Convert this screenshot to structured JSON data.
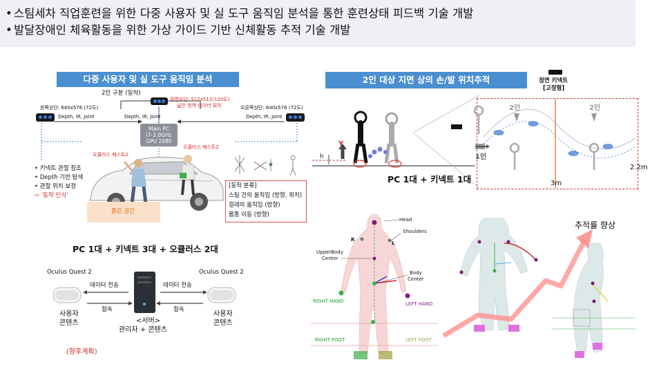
{
  "header": {
    "bullets": [
      "스팀세차 직업훈련을 위한 다중 사용자 및 실 도구 움직임 분석을 통한 훈련상태 피드백 기술 개발",
      "발달장애인 체육활동을 위한 가상 가이드 기반 신체활동 추적 기술 개발"
    ]
  },
  "left_panel": {
    "title": "다중 사용자 및 실 도구 움직임 분석",
    "two_person_label": "2인 구분 (일착)",
    "top_cam_label_1": "정면상단: 512x512(120도)",
    "top_cam_label_2": "넓은 영역 데이터 획득",
    "left_cam_label": "왼쪽상단: 640x576 (72도)",
    "right_cam_label": "오른쪽상단: 640x576 (72도)",
    "stream_left": "Depth, IR, Joint",
    "stream_top": "Depth, IR, Joint",
    "stream_right": "Depth, IR, Joint",
    "pc_line1": "Main PC",
    "pc_line2": "i7-3.0GHz",
    "pc_line3": "GPU 2080",
    "quest_left": "오큘러스 퀘스트2",
    "quest_right": "오큘러스 퀘스트2",
    "features": [
      "• 키넥트 관절 참조",
      "• Depth 기반 탐색",
      "• 관절 위치 보정"
    ],
    "feature_result": "⇨ '동작 인식'",
    "narrow_space": "좁은 공간",
    "motion_box_title": "[동작 분류]",
    "motion_items": [
      "스팀 건의 움직임 (방향, 위치)",
      "걸레의 움직임 (방향)",
      "몸통 이동 (방향)"
    ],
    "config_caption": "PC 1대 + 키넥트 3대 + 오큘러스 2대"
  },
  "network": {
    "left_device": "Oculus Quest 2",
    "right_device": "Oculus Quest 2",
    "data_left": "데이터 전송",
    "data_right": "데이터 전송",
    "connect_left": "접속",
    "connect_right": "접속",
    "user_left_1": "사용자",
    "user_left_2": "콘텐츠",
    "user_right_1": "사용자",
    "user_right_2": "콘텐츠",
    "server_1": "<서버>",
    "server_2": "관리자 + 콘텐츠",
    "future_plan": "(향후계획)"
  },
  "right_panel": {
    "title": "2인 대상 지면 상의 손/발 위치추적",
    "front_kinect_1": "정면 키넥트",
    "front_kinect_2": "[고정형]",
    "two_person_1": "2인",
    "two_person_2": "2인",
    "one_person": "1인",
    "dist_3m": "3m",
    "dist_22m": "2.2m",
    "axis_y": "Y",
    "axis_h": "h",
    "config_caption": "PC 1대 + 키넥트 1대"
  },
  "skeleton": {
    "head": "Head",
    "shoulders": "Shoulders",
    "r": "R",
    "l": "L",
    "upper_body_1": "UpperBody",
    "upper_body_2": "Center",
    "body_center_1": "Body",
    "body_center_2": "Center",
    "right_hand": "RIGHT HAND",
    "left_hand": "LEFT HAND",
    "right_foot": "RIGHT FOOT",
    "left_foot": "LEFT FOOT"
  },
  "tracking": {
    "improve_label": "추적률 향상"
  }
}
